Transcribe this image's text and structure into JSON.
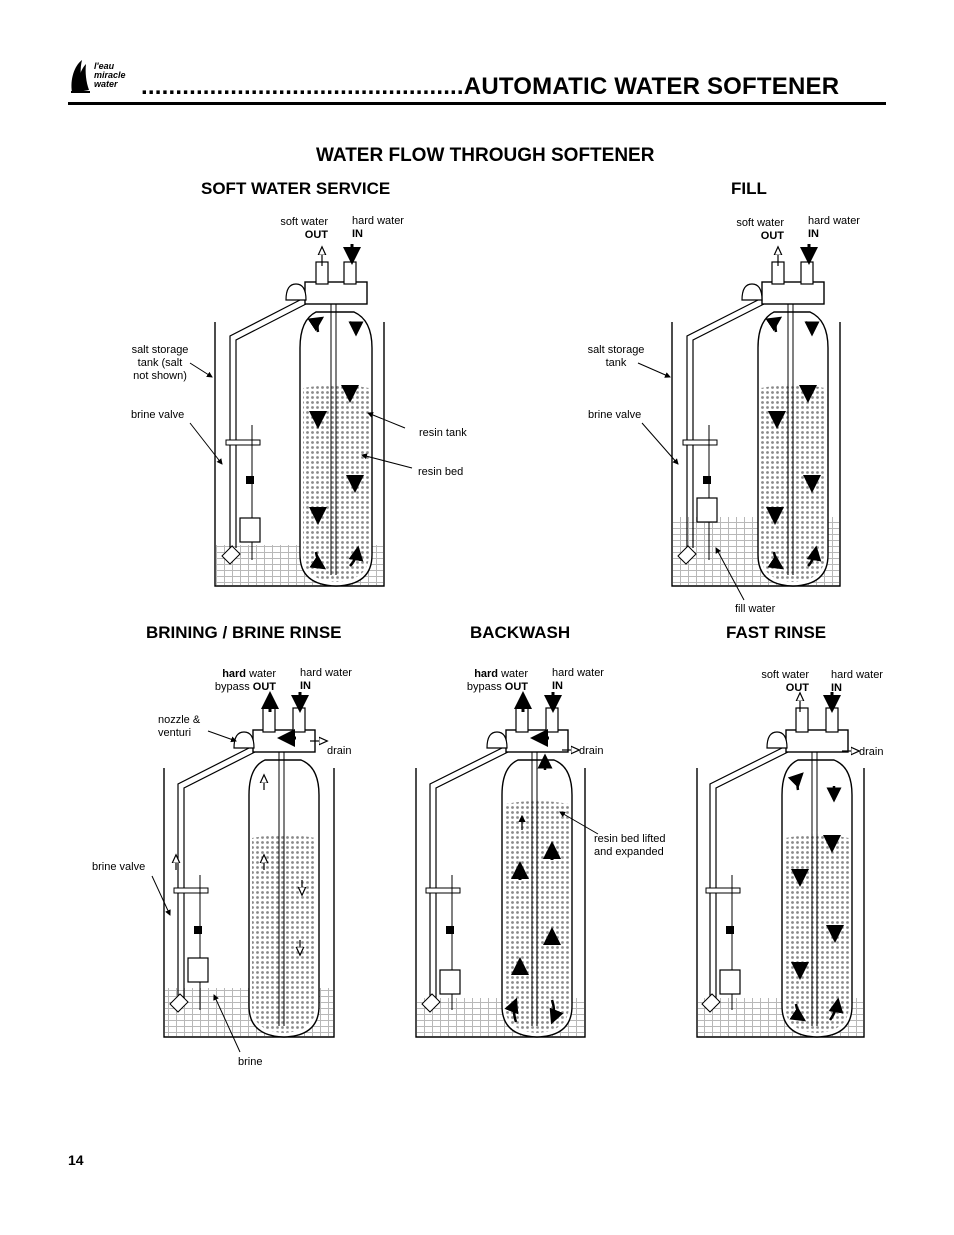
{
  "header": {
    "logo_lines": [
      "l'eau",
      "miracle",
      "water"
    ],
    "title": "...............................................AUTOMATIC WATER SOFTENER"
  },
  "figure_title": "WATER FLOW THROUGH SOFTENER",
  "panels": {
    "service": {
      "title": "SOFT WATER SERVICE",
      "out_label": "soft water",
      "out_word": "OUT",
      "in_label": "hard water",
      "in_word": "IN",
      "salt_tank": [
        "salt storage",
        "tank (salt",
        "not shown)"
      ],
      "brine_valve": "brine valve",
      "resin_tank": "resin tank",
      "resin_bed": "resin bed"
    },
    "fill": {
      "title": "FILL",
      "out_label": "soft water",
      "out_word": "OUT",
      "in_label": "hard water",
      "in_word": "IN",
      "salt_tank": [
        "salt storage",
        "tank"
      ],
      "brine_valve": "brine valve",
      "fill_water": "fill water"
    },
    "brining": {
      "title": "BRINING / BRINE RINSE",
      "out_label_bold": "hard",
      "out_label_rest": " water",
      "out_word_pre": "bypass ",
      "out_word": "OUT",
      "in_label": "hard water",
      "in_word": "IN",
      "nozzle": [
        "nozzle &",
        "venturi"
      ],
      "drain": "drain",
      "brine_valve": "brine valve",
      "brine": "brine"
    },
    "backwash": {
      "title": "BACKWASH",
      "out_label_bold": "hard",
      "out_label_rest": " water",
      "out_word_pre": "bypass ",
      "out_word": "OUT",
      "in_label": "hard water",
      "in_word": "IN",
      "drain": "drain",
      "resin_bed": [
        "resin bed lifted",
        "and expanded"
      ]
    },
    "fast_rinse": {
      "title": "FAST RINSE",
      "out_label": "soft water",
      "out_word": "OUT",
      "in_label": "hard water",
      "in_word": "IN",
      "drain": "drain"
    }
  },
  "page_number": "14"
}
